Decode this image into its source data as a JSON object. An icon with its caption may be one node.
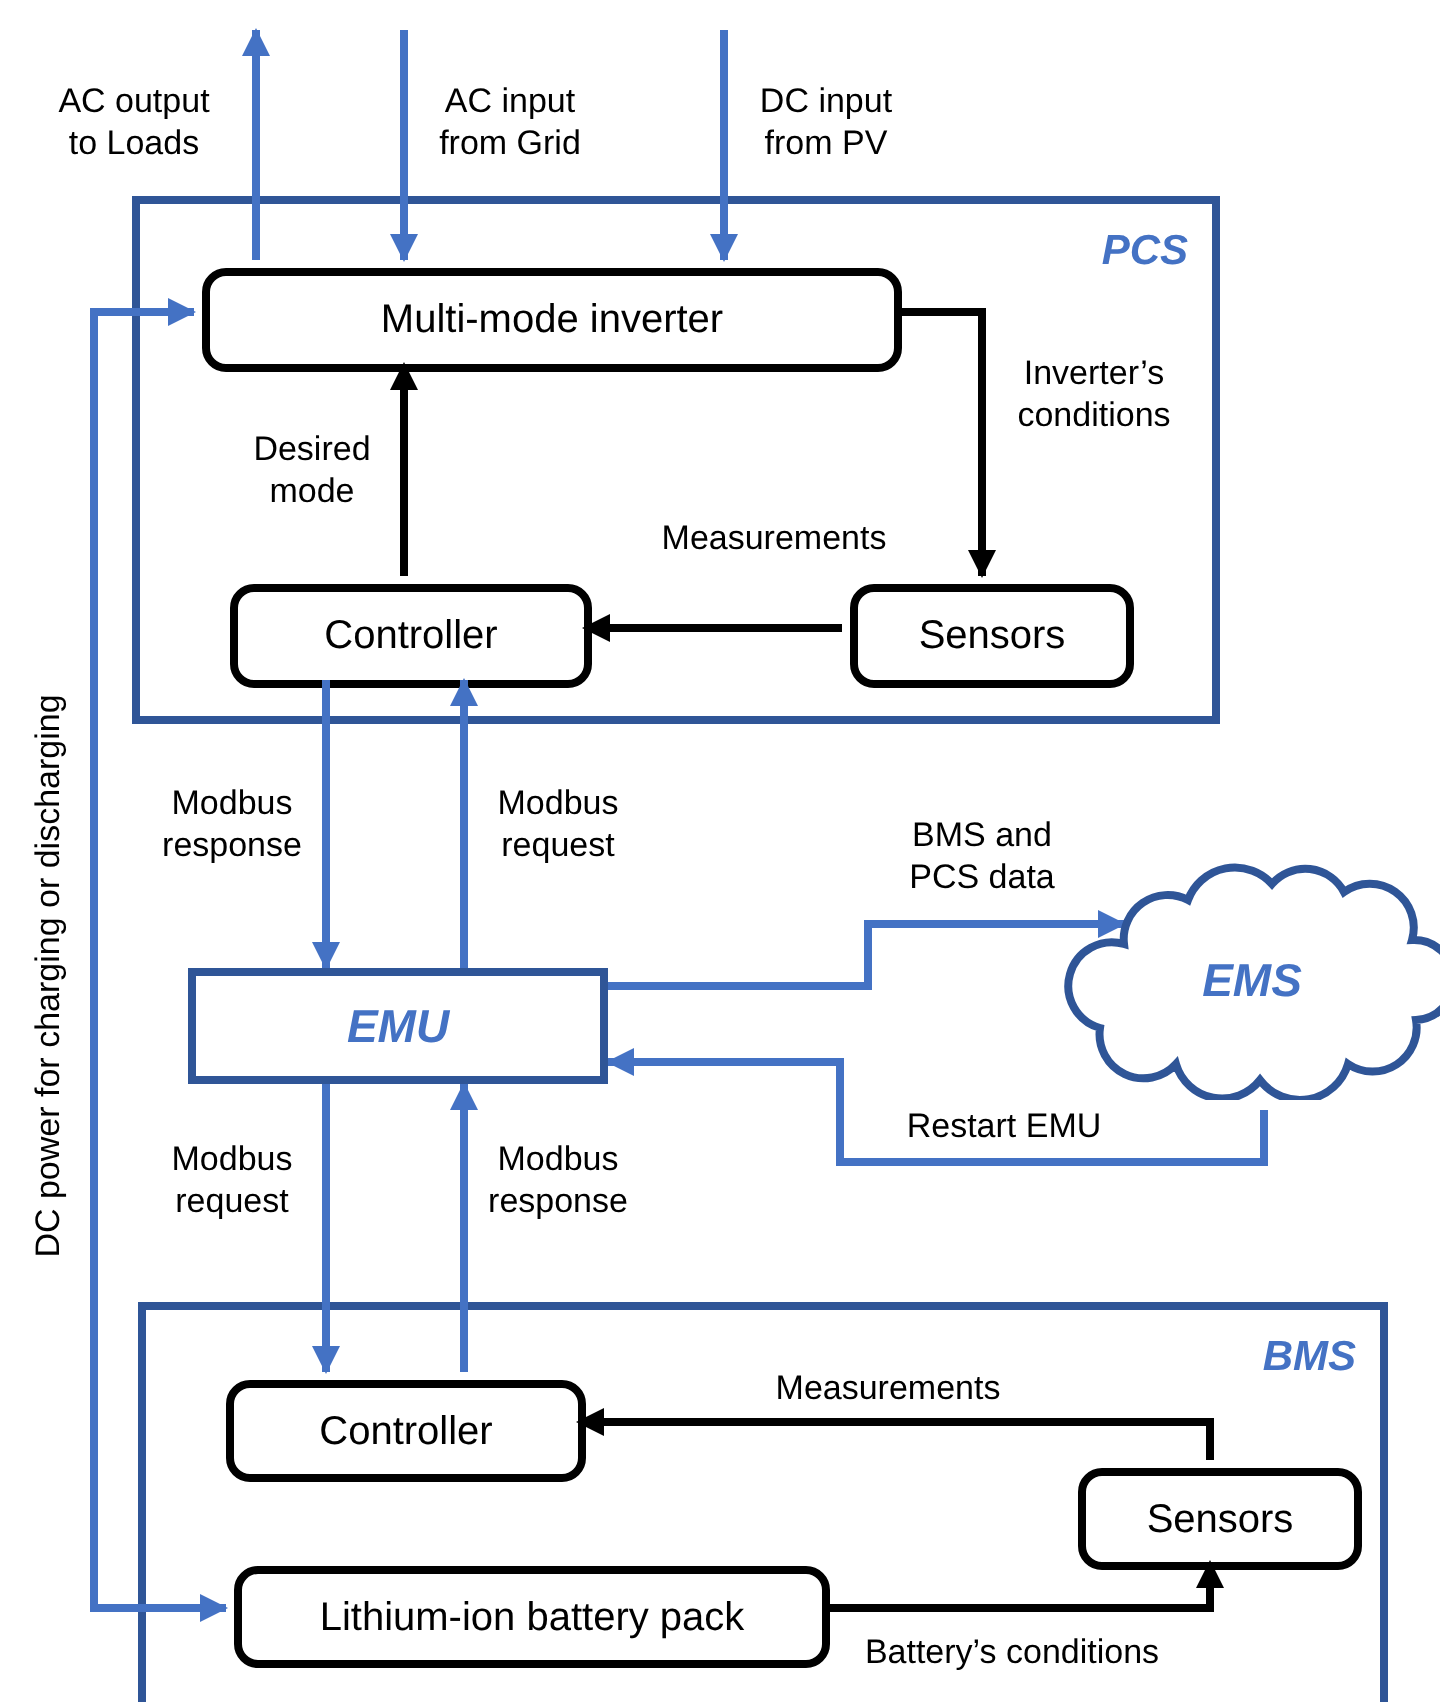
{
  "diagram": {
    "nodes": [
      {
        "text": [
          "PCS"
        ]
      },
      {
        "text": [
          "Multi-mode inverter"
        ],
        "in": 0
      },
      {
        "text": [
          "Controller"
        ],
        "in": 0
      },
      {
        "text": [
          "Sensors"
        ],
        "in": 0
      },
      {
        "text": [
          "EMU"
        ]
      },
      {
        "text": [
          "EMS"
        ]
      },
      {
        "text": [
          "BMS"
        ]
      },
      {
        "text": [
          "Controller"
        ],
        "in": 6
      },
      {
        "text": [
          "Sensors"
        ],
        "in": 6
      },
      {
        "text": [
          "Lithium-ion battery pack"
        ],
        "in": 6
      }
    ],
    "edges": [
      {
        "from": 1,
        "to": null,
        "arrow": "to",
        "label": "AC output to Loads"
      },
      {
        "from": null,
        "to": 1,
        "arrow": "to",
        "label": "AC input from Grid"
      },
      {
        "from": null,
        "to": 1,
        "arrow": "to",
        "label": "DC input from PV"
      },
      {
        "from": 1,
        "to": 3,
        "arrow": "to",
        "label": "Inverter’s conditions",
        "color": "#000000"
      },
      {
        "from": 2,
        "to": 1,
        "arrow": "to",
        "label": "Desired mode",
        "color": "#000000"
      },
      {
        "from": 3,
        "to": 2,
        "arrow": "to",
        "label": "Measurements",
        "color": "#000000"
      },
      {
        "from": 2,
        "to": 4,
        "arrow": "to",
        "label": "Modbus response"
      },
      {
        "from": 4,
        "to": 2,
        "arrow": "to",
        "label": "Modbus request"
      },
      {
        "from": 4,
        "to": 5,
        "arrow": "to",
        "label": "BMS and PCS data"
      },
      {
        "from": 5,
        "to": 4,
        "arrow": "to",
        "label": "Restart EMU"
      },
      {
        "from": 4,
        "to": 7,
        "arrow": "to",
        "label": "Modbus request"
      },
      {
        "from": 7,
        "to": 4,
        "arrow": "to",
        "label": "Modbus response"
      },
      {
        "from": 8,
        "to": 7,
        "arrow": "to",
        "label": "Measurements",
        "color": "#000000"
      },
      {
        "from": 9,
        "to": 8,
        "arrow": "to",
        "label": "Battery’s conditions",
        "color": "#000000"
      },
      {
        "from": 1,
        "to": 9,
        "arrow": "both",
        "label": "DC power for charging or discharging"
      }
    ]
  }
}
